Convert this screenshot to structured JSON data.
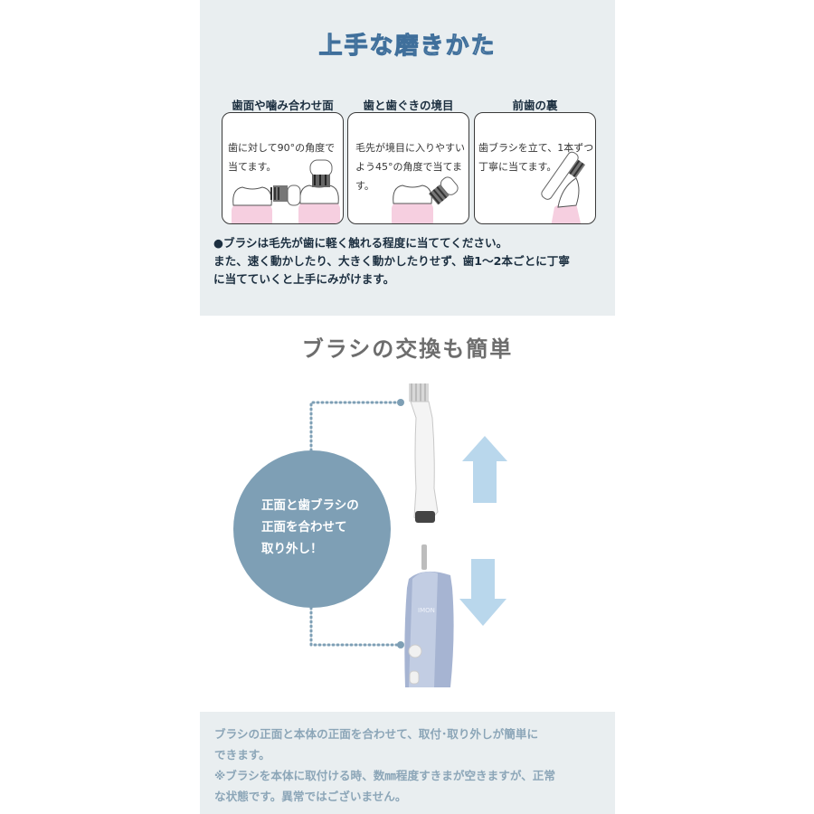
{
  "top": {
    "title": "上手な磨きかた",
    "cards": [
      {
        "heading": "歯面や噛み合わせ面",
        "text": "歯に対して90°の角度で当てます。"
      },
      {
        "heading": "歯と歯ぐきの境目",
        "text": "毛先が境目に入りやすいよう45°の角度で当てます。"
      },
      {
        "heading": "前歯の裏",
        "text": "歯ブラシを立て、1本ずつ丁寧に当てます。"
      }
    ],
    "tip_line1": "●ブラシは毛先が歯に軽く触れる程度に当ててください。",
    "tip_line2": "また、速く動かしたり、大きく動かしたりせず、歯1～2本ごとに丁寧",
    "tip_line3": "に当てていくと上手にみがけます。"
  },
  "middle": {
    "title": "ブラシの交換も簡単",
    "circle_line1": "正面と歯ブラシの",
    "circle_line2": "正面を合わせて",
    "circle_line3": "取り外し！",
    "brand": "IMON"
  },
  "bottom": {
    "line1": "ブラシの正面と本体の正面を合わせて、取付･取り外しが簡単に",
    "line2": "できます。",
    "line3": "※ブラシを本体に取付ける時、数㎜程度すきまが空きますが、正常",
    "line4": "な状態です。異常ではございません。"
  },
  "colors": {
    "panel_bg": "#e9eef0",
    "title_outline": "#3f6f9b",
    "circle": "#7e9fb5",
    "arrow": "#9cc3de",
    "bottom_text": "#8ca6b8",
    "handle": "#a6b4d2"
  }
}
